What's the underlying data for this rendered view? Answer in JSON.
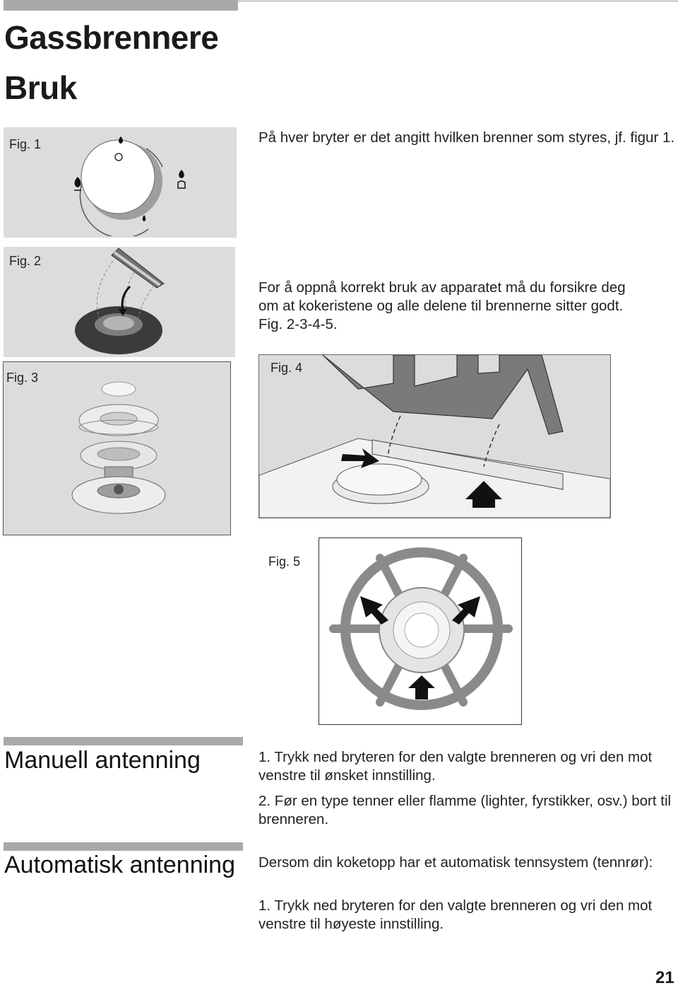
{
  "header": {
    "title_line1": "Gassbrennere",
    "title_line2": "Bruk"
  },
  "figures": {
    "fig1_label": "Fig. 1",
    "fig2_label": "Fig. 2",
    "fig3_label": "Fig. 3",
    "fig4_label": "Fig. 4",
    "fig5_label": "Fig. 5"
  },
  "intro": {
    "para1": "På hver bryter er det angitt hvilken brenner som styres, jf. figur 1.",
    "para2": "For å oppnå korrekt bruk av apparatet må du forsikre deg om at kokeristene og alle delene til brennerne sitter godt. Fig. 2-3-4-5."
  },
  "manual": {
    "title": "Manuell antenning",
    "step1": "1. Trykk ned bryteren for den valgte brenneren og vri den mot venstre til ønsket innstilling.",
    "step2": "2. Før en type tenner eller flamme (lighter, fyrstikker, osv.) bort til brenneren."
  },
  "automatic": {
    "title": "Automatisk antenning",
    "intro": "Dersom din koketopp har et automatisk tennsystem (tennrør):",
    "step1": "1. Trykk ned bryteren for den valgte brenneren og vri den mot venstre til høyeste innstilling."
  },
  "footer": {
    "page_number": "21"
  }
}
